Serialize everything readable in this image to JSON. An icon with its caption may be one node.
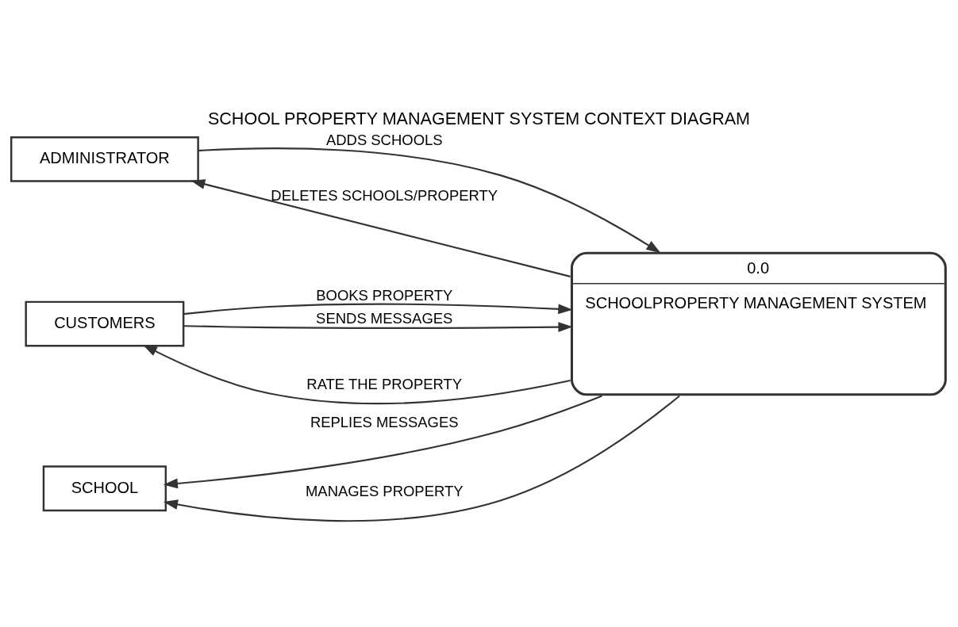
{
  "diagram": {
    "title": "SCHOOL PROPERTY MANAGEMENT SYSTEM CONTEXT DIAGRAM",
    "nodes": [
      {
        "text": [
          "ADMINISTRATOR"
        ]
      },
      {
        "text": [
          "CUSTOMERS"
        ]
      },
      {
        "text": [
          "0.0",
          "SCHOOLPROPERTY MANAGEMENT SYSTEM"
        ]
      },
      {
        "text": [
          "SCHOOL"
        ]
      }
    ],
    "edges": [
      {
        "from": 0,
        "to": 2,
        "arrow": "to",
        "label": "ADDS SCHOOLS"
      },
      {
        "from": 2,
        "to": 0,
        "arrow": "to",
        "label": "DELETES SCHOOLS/PROPERTY"
      },
      {
        "from": 2,
        "to": 1,
        "arrow": "to",
        "label": "RATE THE PROPERTY"
      },
      {
        "from": 1,
        "to": 2,
        "arrow": "to",
        "label": "BOOKS PROPERTY"
      },
      {
        "from": 1,
        "to": 2,
        "arrow": "to",
        "label": "SENDS MESSAGES"
      },
      {
        "from": 2,
        "to": 3,
        "arrow": "to",
        "label": "REPLIES MESSAGES"
      },
      {
        "from": 2,
        "to": 3,
        "arrow": "to",
        "label": "MANAGES PROPERTY"
      }
    ]
  }
}
